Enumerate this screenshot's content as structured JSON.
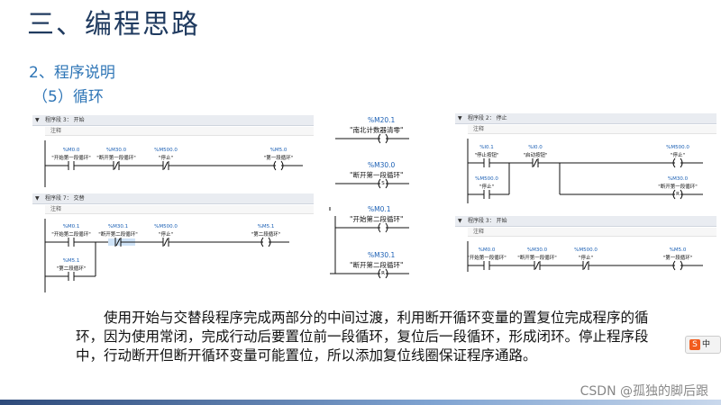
{
  "header": {
    "title": "三、编程思路",
    "subtitle": "2、程序说明",
    "subsubtitle": "（5）循环"
  },
  "networks": {
    "net3_left": {
      "header": "程序段 3：  开始",
      "note": "注释",
      "contacts": [
        {
          "addr": "%M0.0",
          "name": "\"开始第一段循环\""
        },
        {
          "addr": "%M30.0",
          "name": "\"断开第一段循环\""
        },
        {
          "addr": "%M500.0",
          "name": "\"停止\""
        }
      ],
      "coil": {
        "addr": "%M5.0",
        "name": "\"第一段循环\""
      }
    },
    "net7": {
      "header": "程序段 7：  交替",
      "note": "注释",
      "contacts": [
        {
          "addr": "%M0.1",
          "name": "\"开始第二段循环\""
        },
        {
          "addr": "%M30.1",
          "name": "\"断开第二段循环\""
        },
        {
          "addr": "%M500.0",
          "name": "\"停止\""
        }
      ],
      "branch": {
        "addr": "%M5.1",
        "name": "\"第二段循环\""
      },
      "coil": {
        "addr": "%M5.1",
        "name": "\"第二段循环\""
      }
    },
    "middle": {
      "items": [
        {
          "addr": "%M20.1",
          "name": "\"南北计数器清零\"",
          "type": ""
        },
        {
          "addr": "%M30.0",
          "name": "\"断开第一段循环\"",
          "type": "S"
        },
        {
          "addr": "%M0.1",
          "name": "\"开始第二段循环\"",
          "type": ""
        },
        {
          "addr": "%M30.1",
          "name": "\"断开第二段循环\"",
          "type": "R"
        }
      ]
    },
    "net2_right": {
      "header": "程序段 2：  停止",
      "note": "注释",
      "contacts": [
        {
          "addr": "%I0.1",
          "name": "\"停止按钮\""
        },
        {
          "addr": "%I0.0",
          "name": "\"启动按钮\""
        }
      ],
      "branch": {
        "addr": "%M500.0",
        "name": "\"停止\""
      },
      "coil1": {
        "addr": "%M500.0",
        "name": "\"停止\""
      },
      "coil2": {
        "addr": "%M30.0",
        "name": "\"断开第一段循环\"",
        "type": "R"
      }
    },
    "net3_right": {
      "header": "程序段 3：  开始",
      "note": "注释",
      "contacts": [
        {
          "addr": "%M0.0",
          "name": "\"开始第一段循环\""
        },
        {
          "addr": "%M30.0",
          "name": "\"断开第一段循环\""
        },
        {
          "addr": "%M500.0",
          "name": "\"停止\""
        }
      ],
      "coil": {
        "addr": "%M5.0",
        "name": "\"第一段循环\""
      }
    }
  },
  "paragraph": "使用开始与交替段程序完成两部分的中间过渡，利用断开循环变量的置复位完成程序的循环，因为使用常闭，完成行动后要置位前一段循环，复位后一段循环，形成闭环。停止程序段中，行动断开但断开循环变量可能置位，所以添加复位线圈保证程序通路。",
  "watermark": "CSDN @孤独的脚后跟",
  "ime": {
    "icon": "S",
    "label": "中"
  }
}
